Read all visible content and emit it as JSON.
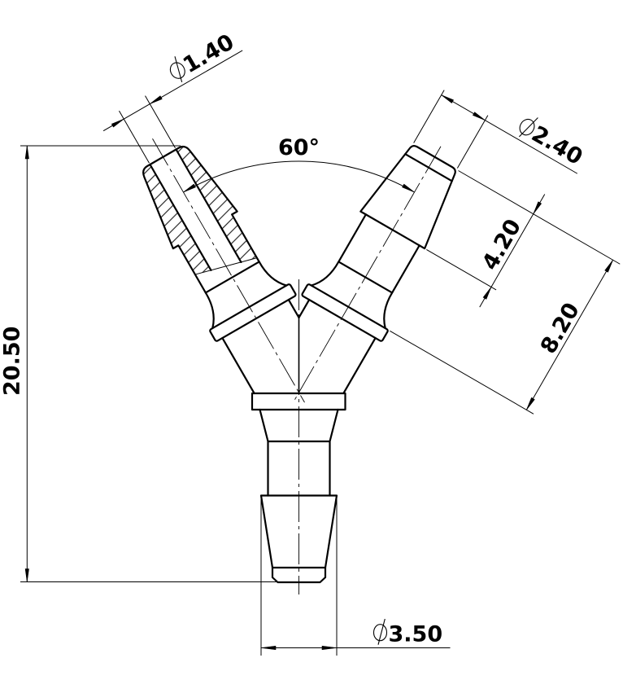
{
  "dimensions": {
    "bore_diameter": {
      "icon": "diameter-symbol",
      "value": "1.40"
    },
    "tip_diameter": {
      "icon": "diameter-symbol",
      "value": "2.40"
    },
    "branch_angle": {
      "value": "60°"
    },
    "barb_length": {
      "value": "4.20"
    },
    "tip_to_flange_length": {
      "value": "8.20"
    },
    "overall_height": {
      "value": "20.50"
    },
    "stem_barb_diameter": {
      "icon": "diameter-symbol",
      "value": "3.50"
    }
  },
  "colors": {
    "line": "#000000",
    "background": "#ffffff"
  }
}
